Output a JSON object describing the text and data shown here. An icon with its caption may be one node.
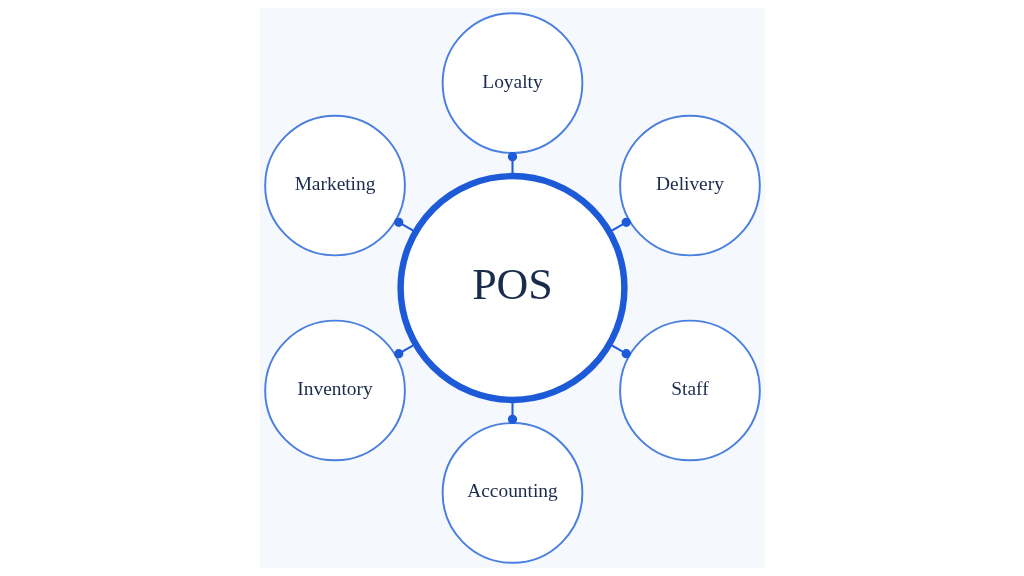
{
  "diagram": {
    "nodes": [
      {
        "text": [
          "POS"
        ]
      },
      {
        "text": [
          "Delivery"
        ]
      },
      {
        "text": [
          "Loyalty"
        ]
      },
      {
        "text": [
          "Marketing"
        ]
      },
      {
        "text": [
          "Inventory"
        ]
      },
      {
        "text": [
          "Accounting"
        ]
      },
      {
        "text": [
          "Staff"
        ]
      }
    ],
    "edges": [
      {
        "from": 1,
        "to": 0,
        "arrow": "other"
      },
      {
        "from": 2,
        "to": 0,
        "arrow": "other"
      },
      {
        "from": 3,
        "to": 0,
        "arrow": "other"
      },
      {
        "from": 4,
        "to": 0,
        "arrow": "other"
      },
      {
        "from": 5,
        "to": 0,
        "arrow": "other"
      },
      {
        "from": 6,
        "to": 0,
        "arrow": "other"
      }
    ]
  }
}
